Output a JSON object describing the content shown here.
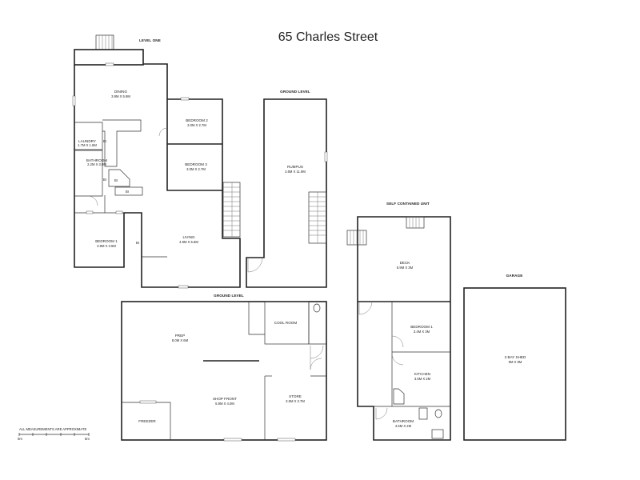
{
  "title": "65 Charles Street",
  "levels": {
    "level_one": "LEVEL ONE",
    "ground_upper": "GROUND LEVEL",
    "ground_lower": "GROUND LEVEL",
    "self_contained": "SELF CONTAINED UNIT",
    "garage": "GARAGE"
  },
  "rooms": {
    "dining": {
      "name": "DINING",
      "dims": "3.9M X 5.9M"
    },
    "bedroom2": {
      "name": "BEDROOM 2",
      "dims": "3.0M X 2.7M"
    },
    "bedroom3": {
      "name": "BEDROOM 3",
      "dims": "3.0M X 2.7M"
    },
    "laundry": {
      "name": "LAUNDRY",
      "dims": "1.7M X 1.6M"
    },
    "bathroom": {
      "name": "BATHROOM",
      "dims": "2.2M X 3.0M"
    },
    "bedroom1": {
      "name": "BEDROOM 1",
      "dims": "3.9M X 3.5M"
    },
    "living": {
      "name": "LIVING",
      "dims": "4.9M X 5.6M"
    },
    "rumpus": {
      "name": "RUMPUS",
      "dims": "3.6M X 11.9M"
    },
    "prep": {
      "name": "PREP",
      "dims": "8.0M X 6M"
    },
    "cool_room": {
      "name": "COOL ROOM",
      "dims": ""
    },
    "shop_front": {
      "name": "SHOP FRONT",
      "dims": "5.9M X 4.0M"
    },
    "store": {
      "name": "STORE",
      "dims": "3.5M X 3.7M"
    },
    "freezer": {
      "name": "FREEZER",
      "dims": ""
    },
    "deck": {
      "name": "DECK",
      "dims": "5.9M X 3M"
    },
    "unit_bedroom1": {
      "name": "BEDROOM 1",
      "dims": "3.4M X 3M"
    },
    "kitchen": {
      "name": "KITCHEN",
      "dims": "3.5M X 2M"
    },
    "unit_bathroom": {
      "name": "BATHROOM",
      "dims": "4.5M X 2M"
    },
    "shed": {
      "name": "3 BAY SHED",
      "dims": "9M X 9M"
    }
  },
  "fixtures": {
    "bi_label": "BI"
  },
  "scale": {
    "note": "ALL MEASUREMENTS ARE APPROXIMATE",
    "start": "0m",
    "end": "5m"
  },
  "colors": {
    "wall": "#222222",
    "background": "#ffffff"
  }
}
